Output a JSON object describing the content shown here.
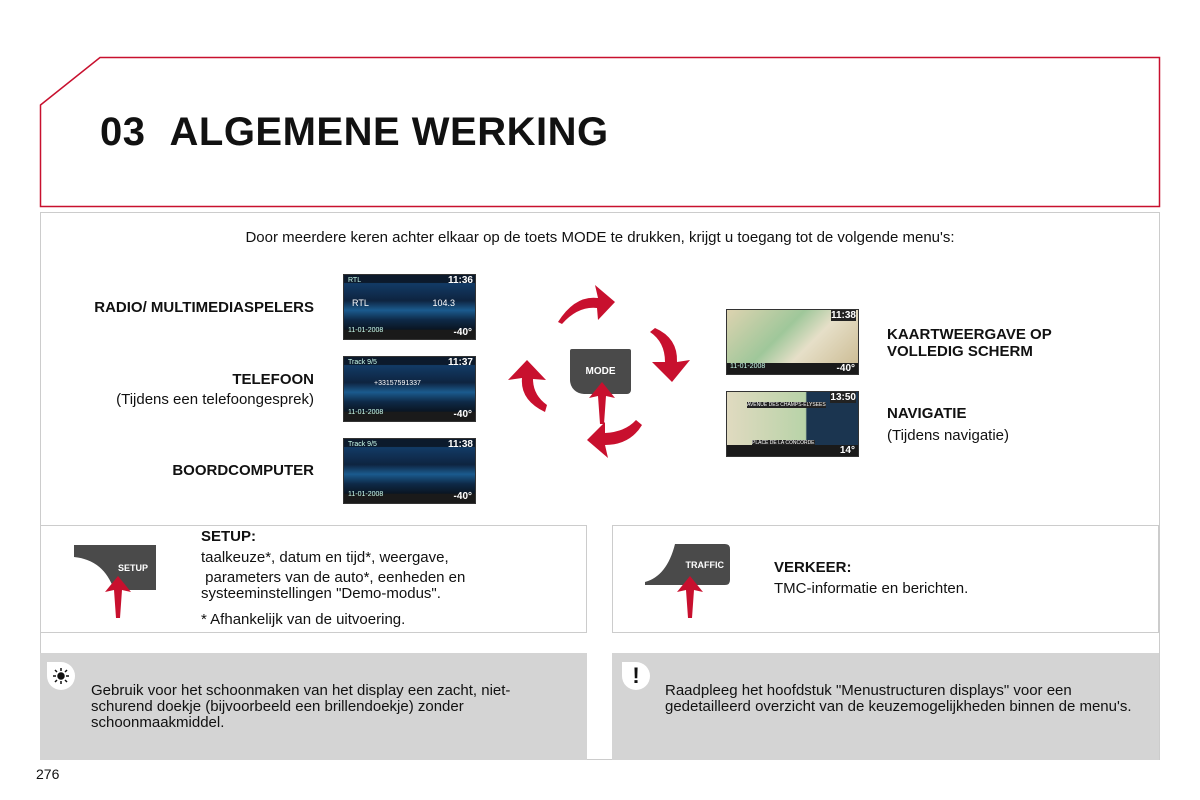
{
  "header": {
    "chapter": "03",
    "title": "ALGEMENE WERKING"
  },
  "intro": "Door meerdere keren achter elkaar op de toets MODE te drukken, krijgt u toegang tot de volgende menu's:",
  "left_menus": [
    {
      "title": "RADIO/ MULTIMEDIASPELERS",
      "sub": ""
    },
    {
      "title": "TELEFOON",
      "sub": "(Tijdens een telefoongesprek)"
    },
    {
      "title": "BOORDCOMPUTER",
      "sub": ""
    }
  ],
  "right_menus": [
    {
      "title": "KAARTWEERGAVE OP VOLLEDIG SCHERM",
      "sub": ""
    },
    {
      "title": "NAVIGATIE",
      "sub": "(Tijdens navigatie)"
    }
  ],
  "screens": [
    {
      "top": "RTL",
      "time": "11:36",
      "line": "RTL",
      "value": "104.3",
      "date": "11-01-2008",
      "temp": "-40°"
    },
    {
      "top": "Track 9/5",
      "time": "11:37",
      "line": "+33157591337",
      "value": "",
      "date": "11-01-2008",
      "temp": "-40°"
    },
    {
      "top": "Track 9/5",
      "time": "11:38",
      "line": "",
      "value": "",
      "date": "11-01-2008",
      "temp": "-40°"
    },
    {
      "top": "",
      "time": "11:38",
      "line": "",
      "value": "",
      "date": "11-01-2008",
      "temp": "-40°"
    },
    {
      "top": "AVENUE DES CHAMPS-ELYSEES",
      "time": "13:50",
      "line": "PLACE DE LA CONCORDE",
      "value": "",
      "date": "",
      "temp": "14°"
    }
  ],
  "mode_button": "MODE",
  "setup": {
    "button": "SETUP",
    "title": "SETUP:",
    "line1": "taalkeuze*, datum en tijd*, weergave,",
    "line2": " parameters van de auto*, eenheden en",
    "line3": "systeeminstellingen \"Demo-modus\".",
    "note": "* Afhankelijk van de uitvoering."
  },
  "traffic": {
    "button": "TRAFFIC",
    "title": "VERKEER:",
    "text": "TMC-informatie en berichten."
  },
  "tip": {
    "icon": "lightbulb-icon",
    "text": "Gebruik voor het schoonmaken van het display een zacht, niet-schurend doekje (bijvoorbeeld een brillendoekje) zonder schoonmaakmiddel."
  },
  "warning": {
    "icon": "!",
    "text": "Raadpleeg het hoofdstuk \"Menustructuren displays\" voor een gedetailleerd overzicht van de keuzemogelijkheden binnen de menu's."
  },
  "page_number": "276",
  "colors": {
    "accent": "#c8102e",
    "grey_panel": "#d4d4d4",
    "button": "#4a4a4a"
  }
}
